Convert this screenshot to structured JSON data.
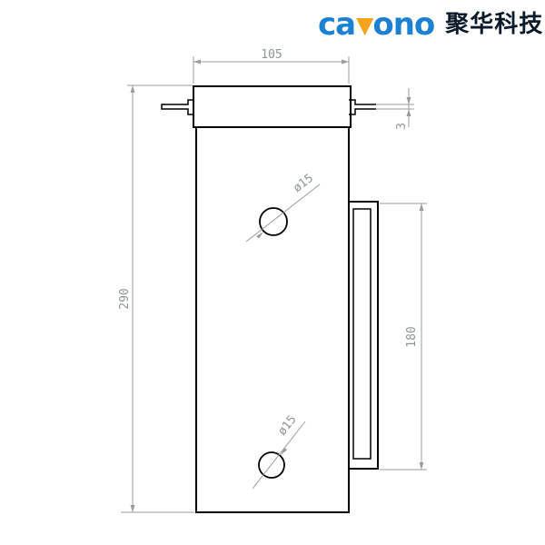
{
  "brand": {
    "logo_part1": "ca",
    "logo_v_glyph": "▼",
    "logo_part2": "ono",
    "company_name": "聚华科技",
    "logo_blue": "#1d81d3",
    "logo_orange": "#f6a21c",
    "company_color": "#0c1a2b"
  },
  "drawing": {
    "type": "engineering-drawing",
    "dimensions": {
      "top_width": "105",
      "left_height": "290",
      "right_bracket_height": "180",
      "pin_thickness": "3",
      "hole_top_diameter": "ø15",
      "hole_bottom_diameter": "ø15"
    },
    "colors": {
      "object_line": "#000000",
      "dimension_line": "#9c9c9c",
      "dimension_text": "#8f9595",
      "background": "#ffffff"
    }
  }
}
